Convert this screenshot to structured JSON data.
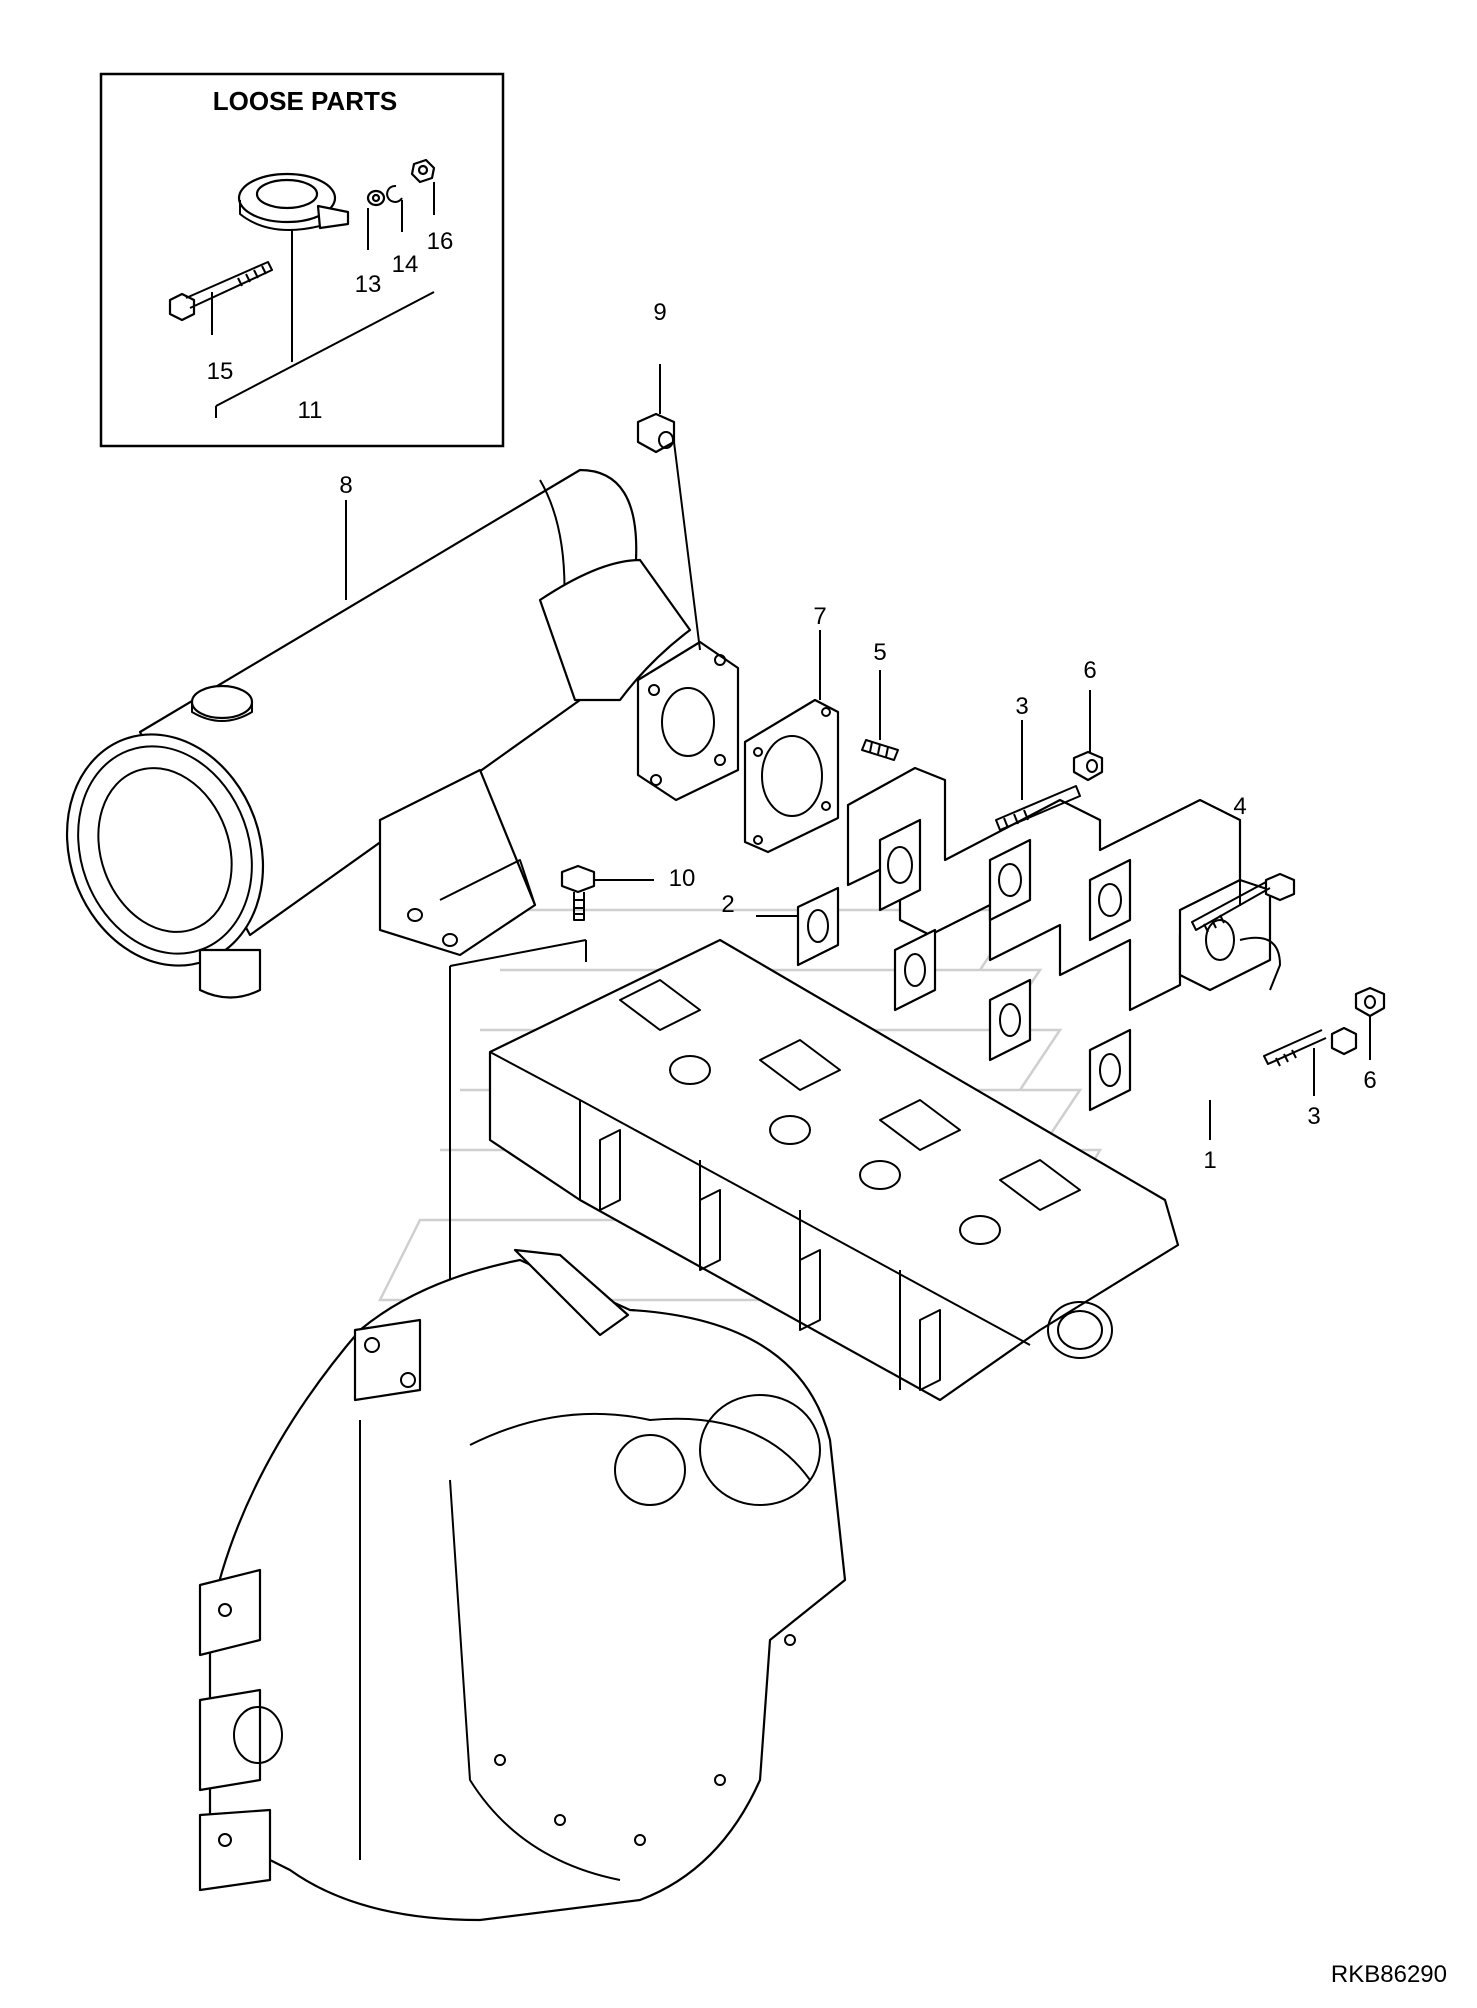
{
  "loose_parts_title": "LOOSE PARTS",
  "reference_code": "RKB86290",
  "callouts": {
    "c1": "1",
    "c2": "2",
    "c3a": "3",
    "c3b": "3",
    "c4": "4",
    "c5": "5",
    "c6a": "6",
    "c6b": "6",
    "c7": "7",
    "c8": "8",
    "c9": "9",
    "c10": "10",
    "c11": "11",
    "c13": "13",
    "c14": "14",
    "c15": "15",
    "c16": "16"
  }
}
